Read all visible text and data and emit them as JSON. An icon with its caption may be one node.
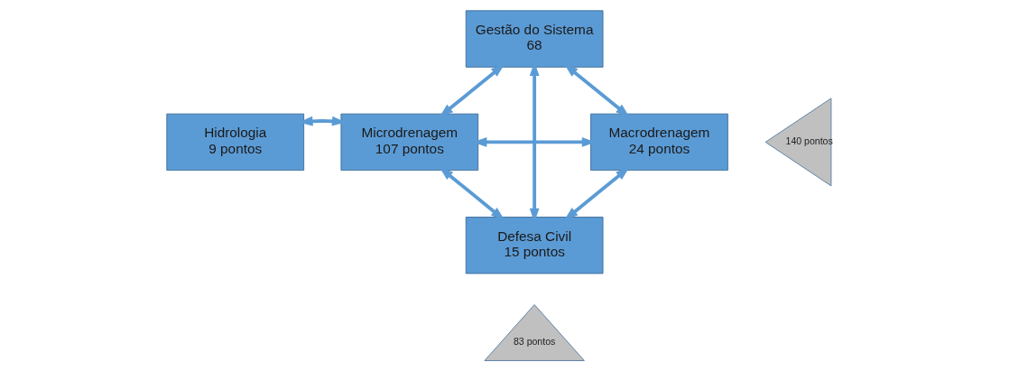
{
  "diagram": {
    "nodes": [
      {
        "text": [
          "Gestão do Sistema",
          "68"
        ]
      },
      {
        "text": [
          "Hidrologia",
          "9 pontos"
        ]
      },
      {
        "text": [
          "Microdrenagem",
          "107 pontos"
        ]
      },
      {
        "text": [
          "Macrodrenagem",
          "24 pontos"
        ]
      },
      {
        "text": [
          "140 pontos"
        ]
      },
      {
        "text": [
          "Defesa Civil",
          "15 pontos"
        ]
      },
      {
        "text": [
          "83 pontos"
        ]
      }
    ],
    "edges": [
      {
        "from": 1,
        "to": 2,
        "arrow": "both"
      },
      {
        "from": 2,
        "to": 0,
        "arrow": "both"
      },
      {
        "from": 0,
        "to": 3,
        "arrow": "both"
      },
      {
        "from": 2,
        "to": 3,
        "arrow": "both"
      },
      {
        "from": 0,
        "to": 5,
        "arrow": "both"
      },
      {
        "from": 2,
        "to": 5,
        "arrow": "both"
      },
      {
        "from": 3,
        "to": 5,
        "arrow": "both"
      }
    ]
  }
}
